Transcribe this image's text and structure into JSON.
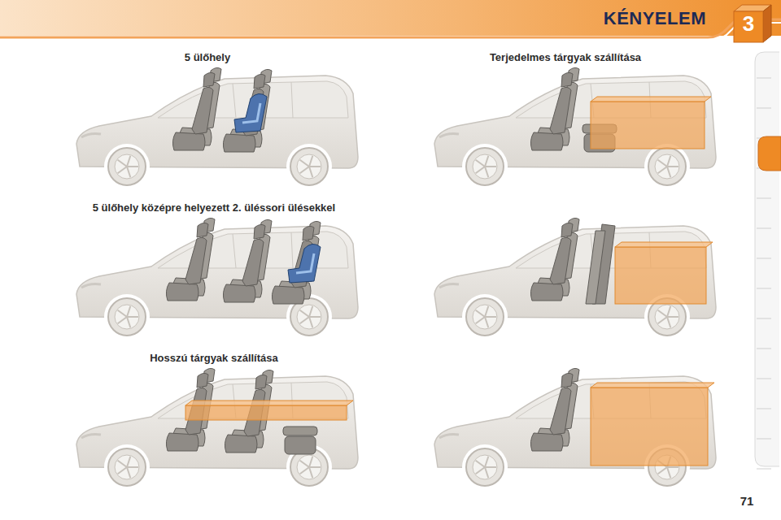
{
  "diagram": {
    "title": "KÉNYELEM",
    "labels": [
      "3",
      "5 ülőhely",
      "Terjedelmes tárgyak szállítása",
      "5 ülőhely középre helyezett 2. üléssori ülésekkel",
      "Hosszú tárgyak szállítása",
      "71"
    ]
  }
}
